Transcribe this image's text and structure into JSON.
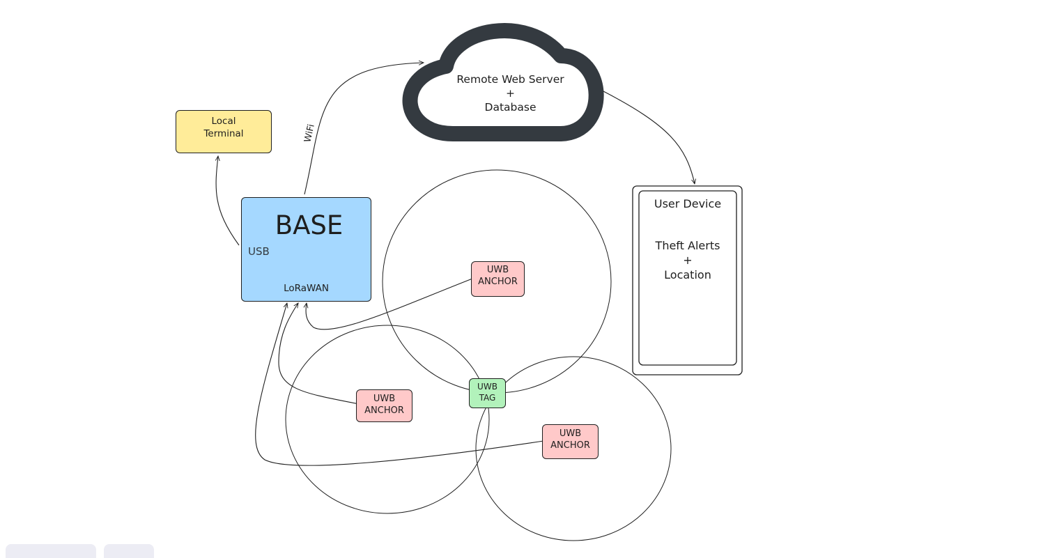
{
  "nodes": {
    "cloud": {
      "label": "Remote Web Server\n+\nDatabase"
    },
    "local_terminal": {
      "label": "Local\nTerminal"
    },
    "base": {
      "title": "BASE",
      "usb": "USB",
      "lorawan": "LoRaWAN"
    },
    "user_device": {
      "title": "User Device",
      "body": "Theft Alerts\n+\nLocation"
    },
    "anchors": [
      {
        "label": "UWB\nANCHOR"
      },
      {
        "label": "UWB\nANCHOR"
      },
      {
        "label": "UWB\nANCHOR"
      }
    ],
    "tag": {
      "label": "UWB\nTAG"
    }
  },
  "edges": {
    "wifi_label": "WiFi"
  },
  "colors": {
    "base": "#a5d8ff",
    "terminal": "#ffec99",
    "anchor": "#ffc9c9",
    "tag": "#b2f2bb",
    "cloud": "#343a40",
    "stroke": "#1e1e1e"
  }
}
